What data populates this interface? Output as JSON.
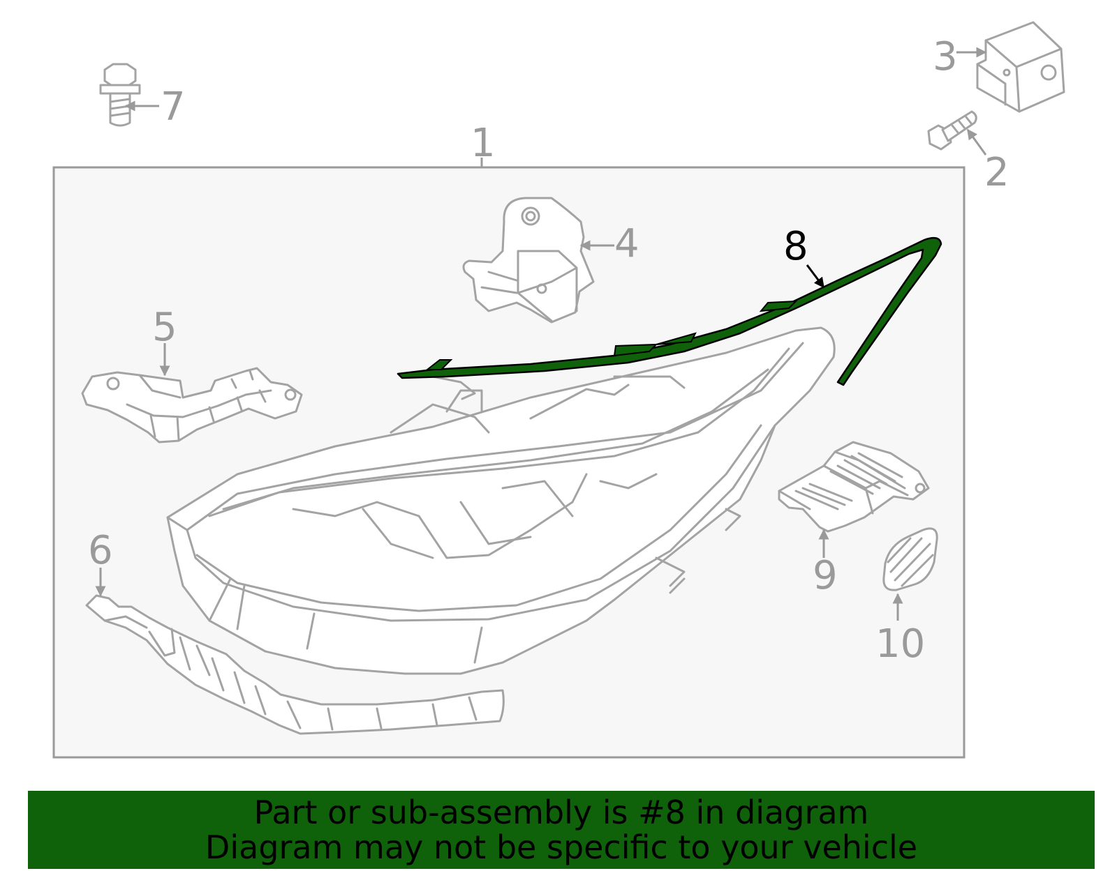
{
  "callouts": {
    "c1": "1",
    "c2": "2",
    "c3": "3",
    "c4": "4",
    "c5": "5",
    "c6": "6",
    "c7": "7",
    "c8": "8",
    "c9": "9",
    "c10": "10"
  },
  "banner": {
    "line1": "Part or sub-assembly is #8 in diagram",
    "line2": "Diagram may not be specific to your vehicle"
  },
  "colors": {
    "highlight": "#0f610a",
    "part_stroke": "#a3a3a3",
    "callout_text": "#9a9a9a",
    "frame_fill": "#f7f7f7"
  },
  "highlighted_part": "8"
}
